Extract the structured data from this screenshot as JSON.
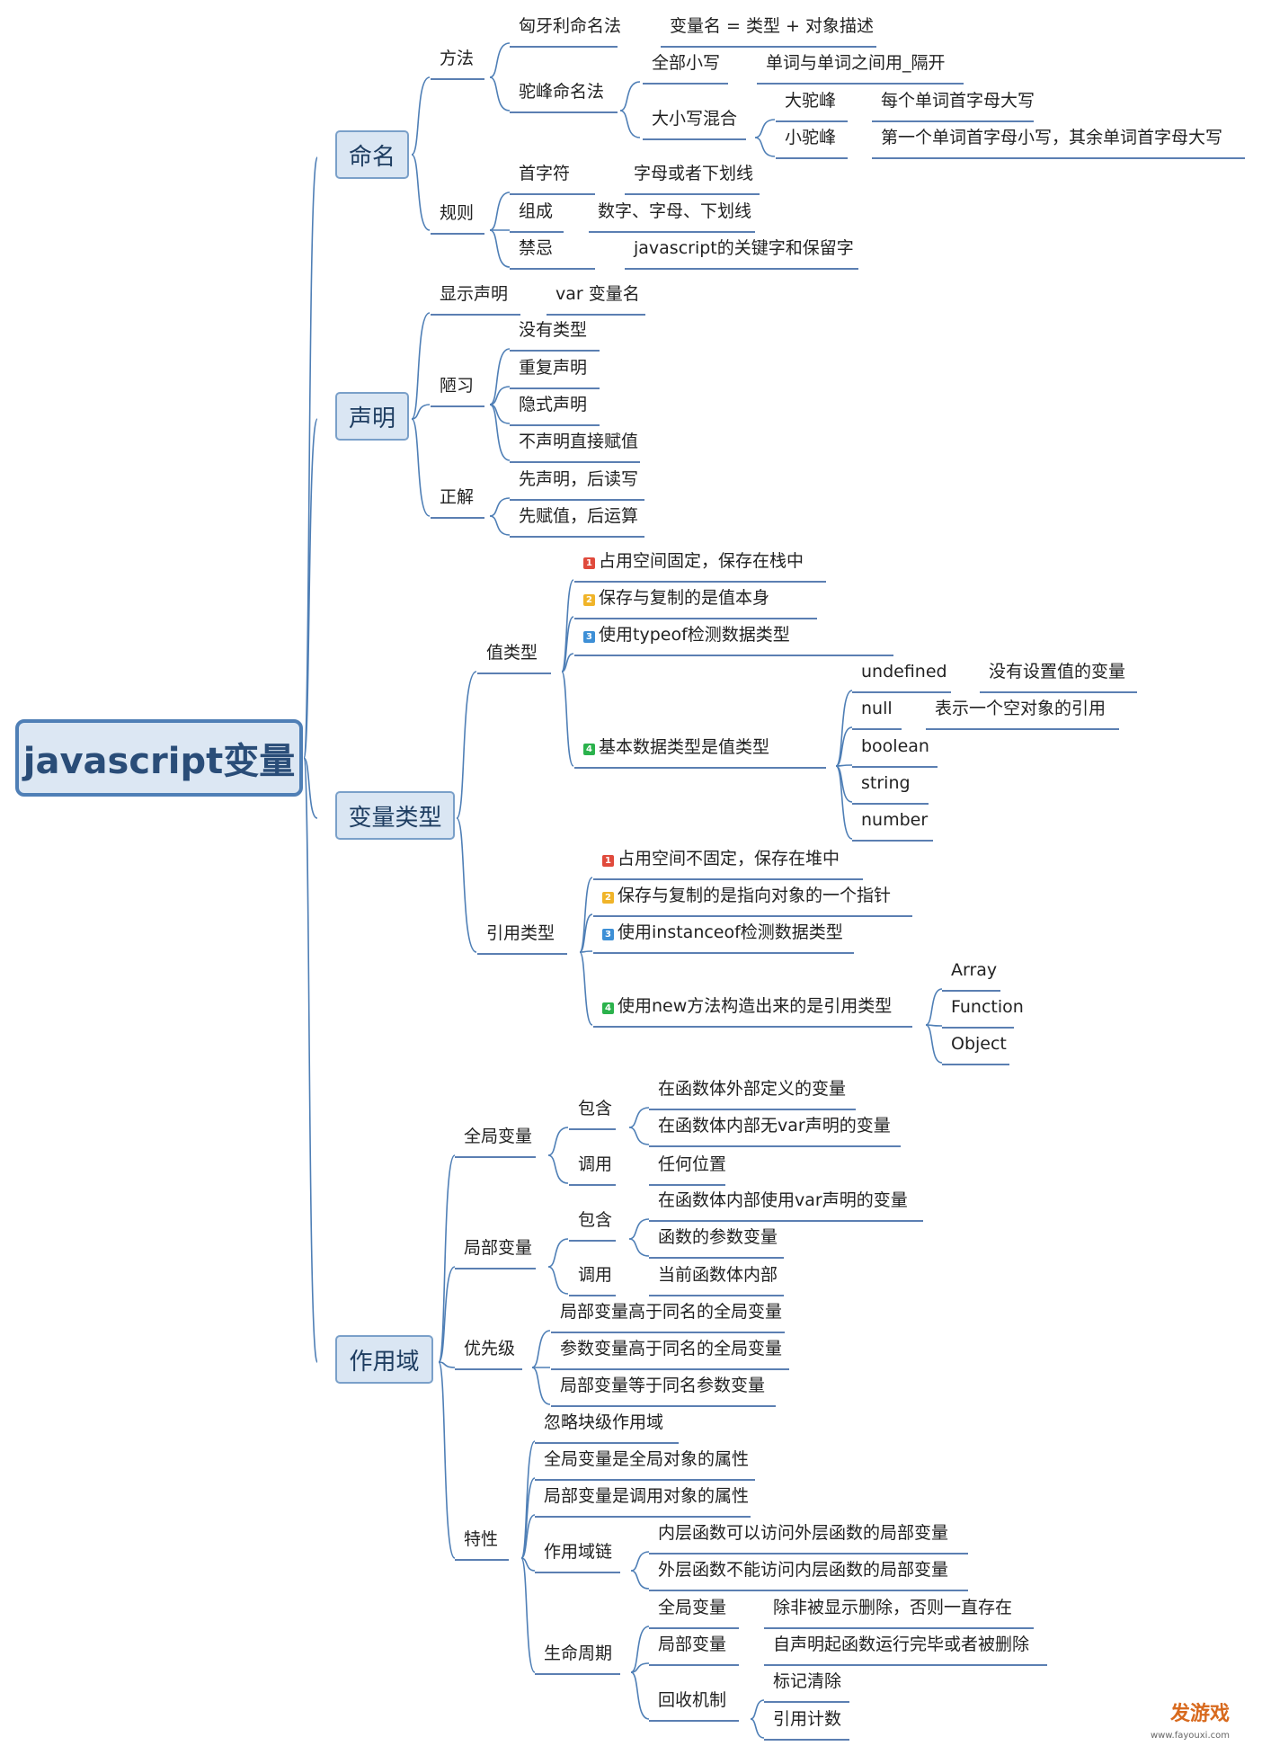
{
  "root": "javascript变量",
  "branches": [
    {
      "id": "naming",
      "label": "命名"
    },
    {
      "id": "declare",
      "label": "声明"
    },
    {
      "id": "vartype",
      "label": "变量类型"
    },
    {
      "id": "scope",
      "label": "作用域"
    }
  ],
  "nodes": {
    "n_method": "方法",
    "n_hungarian": "匈牙利命名法",
    "n_hungarian_def": "变量名 = 类型 + 对象描述",
    "n_camel": "驼峰命名法",
    "n_lower": "全部小写",
    "n_lower_def": "单词与单词之间用_隔开",
    "n_mixed": "大小写混合",
    "n_bigcamel": "大驼峰",
    "n_bigcamel_def": "每个单词首字母大写",
    "n_smallcamel": "小驼峰",
    "n_smallcamel_def": "第一个单词首字母小写，其余单词首字母大写",
    "n_rules": "规则",
    "n_first": "首字符",
    "n_first_def": "字母或者下划线",
    "n_compose": "组成",
    "n_compose_def": "数字、字母、下划线",
    "n_taboo": "禁忌",
    "n_taboo_def": "javascript的关键字和保留字",
    "d_explicit": "显示声明",
    "d_explicit_def": "var 变量名",
    "d_bad": "陋习",
    "d_bad1": "没有类型",
    "d_bad2": "重复声明",
    "d_bad3": "隐式声明",
    "d_bad4": "不声明直接赋值",
    "d_right": "正解",
    "d_right1": "先声明，后读写",
    "d_right2": "先赋值，后运算",
    "t_value": "值类型",
    "t_v1": "占用空间固定，保存在栈中",
    "t_v2": "保存与复制的是值本身",
    "t_v3": "使用typeof检测数据类型",
    "t_v4": "基本数据类型是值类型",
    "t_undefined": "undefined",
    "t_undefined_def": "没有设置值的变量",
    "t_null": "null",
    "t_null_def": "表示一个空对象的引用",
    "t_boolean": "boolean",
    "t_string": "string",
    "t_number": "number",
    "t_ref": "引用类型",
    "t_r1": "占用空间不固定，保存在堆中",
    "t_r2": "保存与复制的是指向对象的一个指针",
    "t_r3": "使用instanceof检测数据类型",
    "t_r4": "使用new方法构造出来的是引用类型",
    "t_array": "Array",
    "t_function": "Function",
    "t_object": "Object",
    "s_global": "全局变量",
    "s_g_contain": "包含",
    "s_g_c1": "在函数体外部定义的变量",
    "s_g_c2": "在函数体内部无var声明的变量",
    "s_g_call": "调用",
    "s_g_call_def": "任何位置",
    "s_local": "局部变量",
    "s_l_contain": "包含",
    "s_l_c1": "在函数体内部使用var声明的变量",
    "s_l_c2": "函数的参数变量",
    "s_l_call": "调用",
    "s_l_call_def": "当前函数体内部",
    "s_priority": "优先级",
    "s_p1": "局部变量高于同名的全局变量",
    "s_p2": "参数变量高于同名的全局变量",
    "s_p3": "局部变量等于同名参数变量",
    "s_feature": "特性",
    "s_f1": "忽略块级作用域",
    "s_f2": "全局变量是全局对象的属性",
    "s_f3": "局部变量是调用对象的属性",
    "s_chain": "作用域链",
    "s_chain1": "内层函数可以访问外层函数的局部变量",
    "s_chain2": "外层函数不能访问内层函数的局部变量",
    "s_life": "生命周期",
    "s_life_global": "全局变量",
    "s_life_global_def": "除非被显示删除，否则一直存在",
    "s_life_local": "局部变量",
    "s_life_local_def": "自声明起函数运行完毕或者被删除",
    "s_gc": "回收机制",
    "s_gc1": "标记清除",
    "s_gc2": "引用计数"
  },
  "marker_colors": {
    "1": "#e04a3c",
    "2": "#f0b429",
    "3": "#3d8fd6",
    "4": "#2bb24c"
  },
  "watermark": {
    "brand": "发游戏",
    "url": "www.fayouxi.com"
  }
}
